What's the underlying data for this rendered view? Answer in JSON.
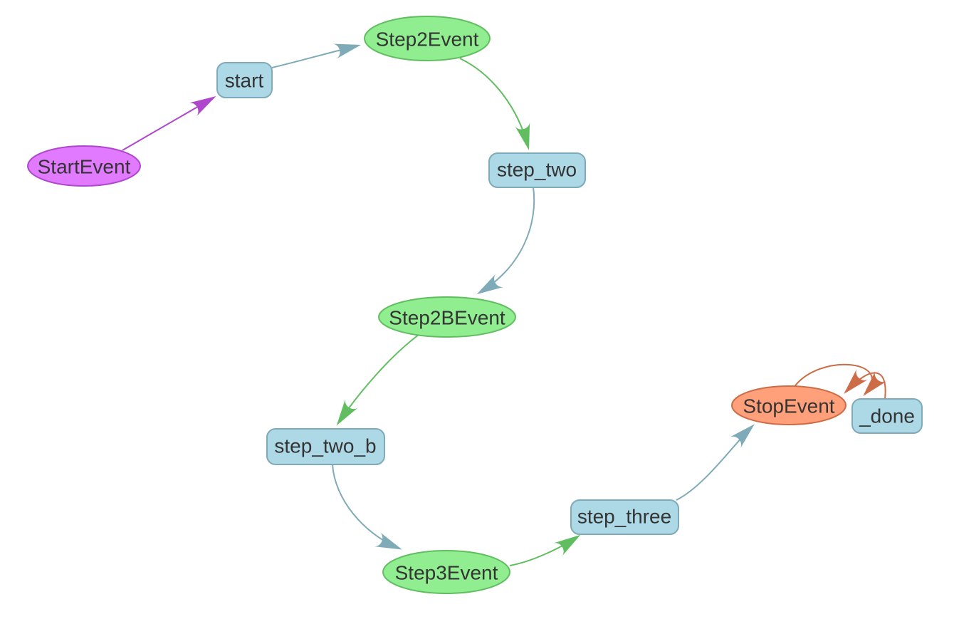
{
  "diagram": {
    "kind": "workflow-graph",
    "background": "#ffffff",
    "colors": {
      "start_event_fill": "#E27AFF",
      "start_event_border": "#AF47CC",
      "event_fill": "#90EE90",
      "event_border": "#60BE60",
      "step_fill": "#ADD8E6",
      "step_border": "#7FAAB8",
      "stop_event_fill": "#FFA07A",
      "stop_event_border": "#CC6D47",
      "label_color": "#343434"
    },
    "nodes": [
      {
        "id": "StartEvent",
        "label": "StartEvent",
        "shape": "ellipse",
        "role": "start-event"
      },
      {
        "id": "start",
        "label": "start",
        "shape": "box",
        "role": "step"
      },
      {
        "id": "Step2Event",
        "label": "Step2Event",
        "shape": "ellipse",
        "role": "event"
      },
      {
        "id": "step_two",
        "label": "step_two",
        "shape": "box",
        "role": "step"
      },
      {
        "id": "Step2BEvent",
        "label": "Step2BEvent",
        "shape": "ellipse",
        "role": "event"
      },
      {
        "id": "step_two_b",
        "label": "step_two_b",
        "shape": "box",
        "role": "step"
      },
      {
        "id": "Step3Event",
        "label": "Step3Event",
        "shape": "ellipse",
        "role": "event"
      },
      {
        "id": "step_three",
        "label": "step_three",
        "shape": "box",
        "role": "step"
      },
      {
        "id": "StopEvent",
        "label": "StopEvent",
        "shape": "ellipse",
        "role": "stop-event"
      },
      {
        "id": "_done",
        "label": "_done",
        "shape": "box",
        "role": "step"
      }
    ],
    "edges": [
      {
        "from": "StartEvent",
        "to": "start",
        "color": "#AF47CC"
      },
      {
        "from": "start",
        "to": "Step2Event",
        "color": "#7FAAB8"
      },
      {
        "from": "Step2Event",
        "to": "step_two",
        "color": "#60BE60"
      },
      {
        "from": "step_two",
        "to": "Step2BEvent",
        "color": "#7FAAB8"
      },
      {
        "from": "Step2BEvent",
        "to": "step_two_b",
        "color": "#60BE60"
      },
      {
        "from": "step_two_b",
        "to": "Step3Event",
        "color": "#7FAAB8"
      },
      {
        "from": "Step3Event",
        "to": "step_three",
        "color": "#60BE60"
      },
      {
        "from": "step_three",
        "to": "StopEvent",
        "color": "#7FAAB8"
      },
      {
        "from": "StopEvent",
        "to": "_done",
        "color": "#CC6D47"
      },
      {
        "from": "StopEvent",
        "to": "_done",
        "color": "#CC6D47"
      }
    ]
  }
}
